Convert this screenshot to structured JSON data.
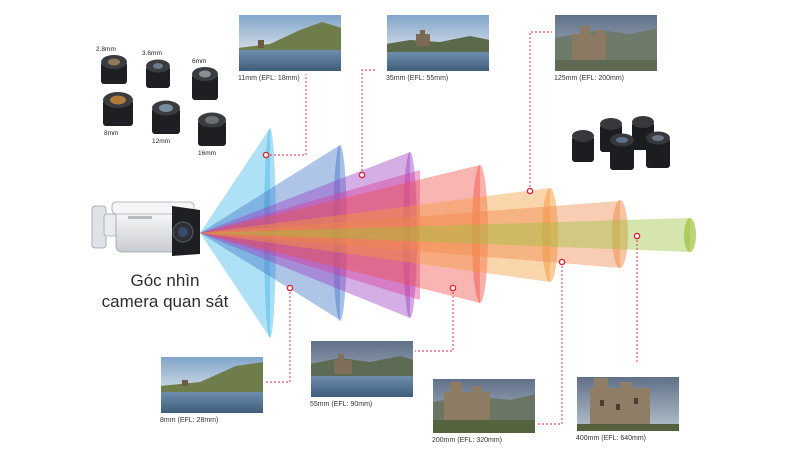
{
  "title_lines": [
    "Góc nhìn",
    "camera quan sát"
  ],
  "lens_sizes": [
    "2.8mm",
    "3.6mm",
    "6mm",
    "8mm",
    "12mm",
    "16mm"
  ],
  "photos": [
    {
      "caption": "11mm (EFL: 18mm)"
    },
    {
      "caption": "35mm (EFL: 55mm)"
    },
    {
      "caption": "125mm (EFL: 200mm)"
    },
    {
      "caption": "8mm (EFL: 28mm)"
    },
    {
      "caption": "55mm (EFL: 90mm)"
    },
    {
      "caption": "200mm (EFL: 320mm)"
    },
    {
      "caption": "400mm (EFL: 640mm)"
    }
  ],
  "colors": {
    "cone_1": "#3fb8e8",
    "cone_2": "#3e74c9",
    "cone_3": "#9a3fc2",
    "cone_4": "#d83a9a",
    "cone_5": "#ef4f44",
    "cone_6": "#f59a3a",
    "cone_7": "#f0894a",
    "cone_8": "#9cc23c",
    "leader": "#d7263d"
  }
}
